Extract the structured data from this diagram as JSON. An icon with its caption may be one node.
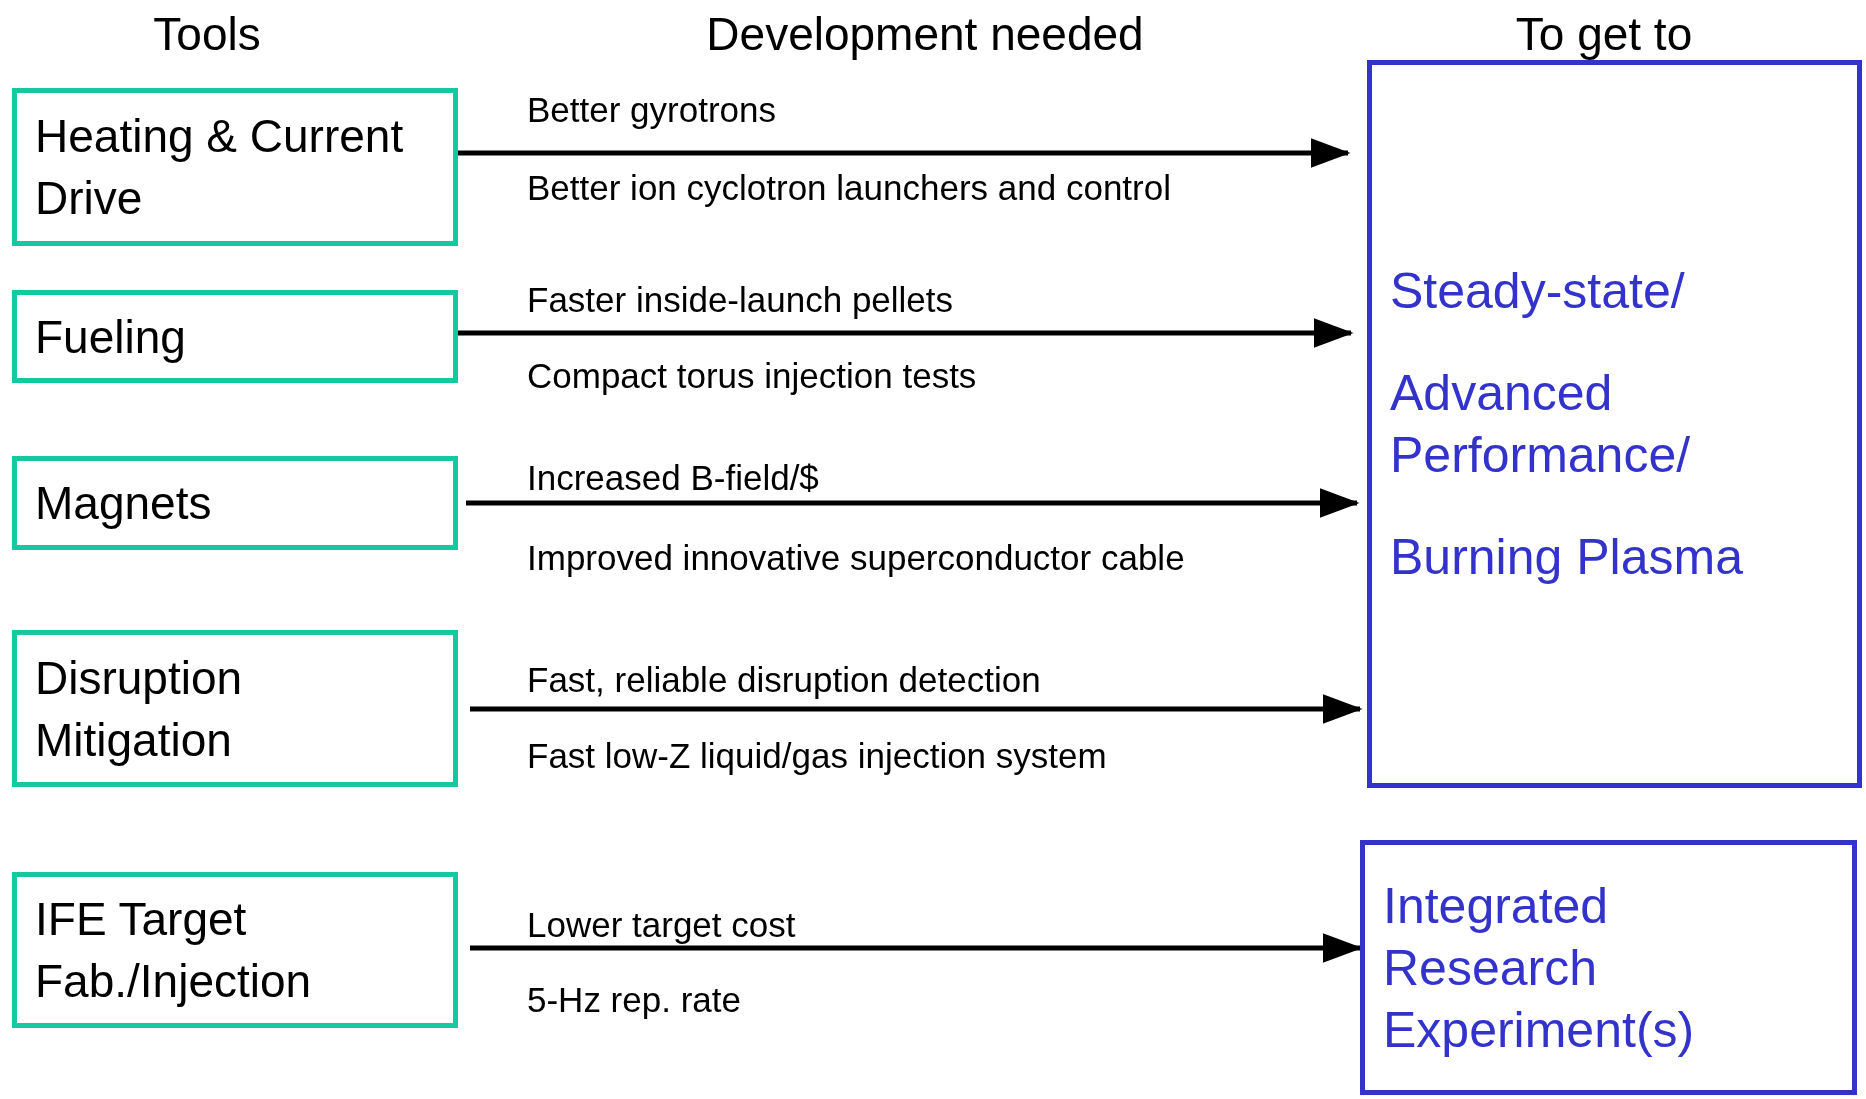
{
  "diagram": {
    "nodes": [
      {
        "text": [
          "Heating & Current Drive"
        ]
      },
      {
        "text": [
          "Fueling"
        ]
      },
      {
        "text": [
          "Magnets"
        ]
      },
      {
        "text": [
          "Disruption Mitigation"
        ]
      },
      {
        "text": [
          "IFE Target Fab./Injection"
        ]
      },
      {
        "text": [
          "Steady-state/",
          "Advanced Performance/",
          "Burning Plasma"
        ]
      },
      {
        "text": [
          "Integrated Research Experiment(s)"
        ]
      }
    ],
    "edges": [
      {
        "from": 0,
        "to": 5,
        "arrow": "to"
      },
      {
        "from": 1,
        "to": 5,
        "arrow": "to"
      },
      {
        "from": 2,
        "to": 5,
        "arrow": "to"
      },
      {
        "from": 3,
        "to": 5,
        "arrow": "to"
      },
      {
        "from": 4,
        "to": 6,
        "arrow": "to"
      }
    ],
    "labels": [
      "Tools",
      "Development needed",
      "To get to",
      "Better gyrotrons",
      "Better ion cyclotron launchers and control",
      "Faster inside-launch pellets",
      "Compact torus injection tests",
      "Increased B-field/$",
      "Improved innovative superconductor cable",
      "Fast, reliable disruption detection",
      "Fast low-Z liquid/gas injection system",
      "Lower target cost",
      "5-Hz rep. rate"
    ]
  }
}
